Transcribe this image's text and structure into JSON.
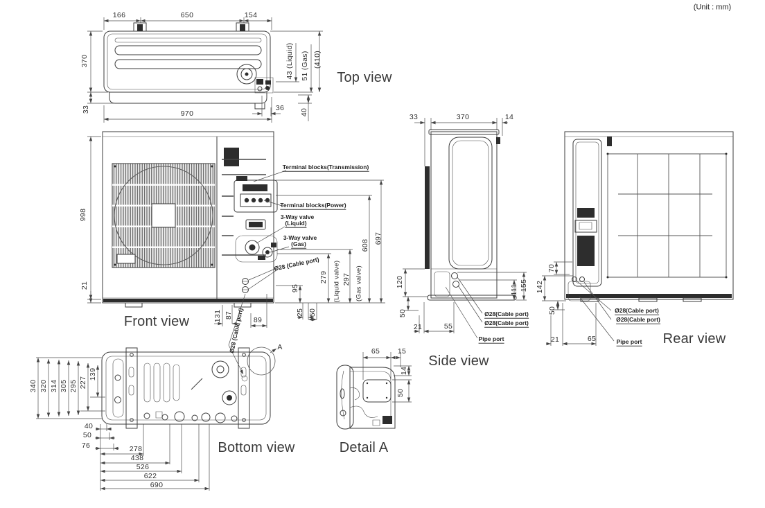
{
  "unit_note": "(Unit : mm)",
  "views": {
    "top": {
      "title": "Top view",
      "d166": "166",
      "d650": "650",
      "d154": "154",
      "d370": "370",
      "d33": "33",
      "d970": "970",
      "d43": "43 (Liquid)",
      "d51": "51 (Gas)",
      "d410": "(410)",
      "d36": "36",
      "d40": "40"
    },
    "front": {
      "title": "Front view",
      "d998": "998",
      "d21": "21",
      "terminal_transmission": "Terminal blocks(Transmission)",
      "terminal_power": "Terminal blocks(Power)",
      "valve_liquid_1": "3-Way valve",
      "valve_liquid_2": "(Liquid)",
      "valve_gas_1": "3-Way valve",
      "valve_gas_2": "(Gas)",
      "cable_port": "Ø28 (Cable port)",
      "cable_port_diag": "Ø28 (Cable port)",
      "d131": "131",
      "d87": "87",
      "d89": "89",
      "d95": "95",
      "d25": "25",
      "d50": "50",
      "d279": "279",
      "liquid_valve": "(Liquid valve)",
      "d297": "297",
      "gas_valve": "(Gas valve)",
      "d608": "608",
      "d697": "697"
    },
    "side": {
      "title": "Side view",
      "d33": "33",
      "d370": "370",
      "d14": "14",
      "d120": "120",
      "d50": "50",
      "d111": "111",
      "d155": "155",
      "d21": "21",
      "d55": "55",
      "cable_port1": "Ø28(Cable port)",
      "cable_port2": "Ø28(Cable port)",
      "pipe_port": "Pipe port"
    },
    "rear": {
      "title": "Rear view",
      "d70": "70",
      "d142": "142",
      "d50": "50",
      "d21": "21",
      "d65": "65",
      "cable_port1": "Ø28(Cable port)",
      "cable_port2": "Ø28(Cable port)",
      "pipe_port": "Pipe port"
    },
    "bottom": {
      "title": "Bottom view",
      "d340": "340",
      "d320": "320",
      "d314": "314",
      "d305": "305",
      "d295": "295",
      "d227": "227",
      "d139": "139",
      "d40": "40",
      "d50": "50",
      "d76": "76",
      "d278": "278",
      "d438": "438",
      "d526": "526",
      "d622": "622",
      "d690": "690",
      "detail_marker": "A"
    },
    "detail": {
      "title": "Detail A",
      "d65": "65",
      "d15": "15",
      "d14": "14",
      "d50": "50"
    }
  }
}
